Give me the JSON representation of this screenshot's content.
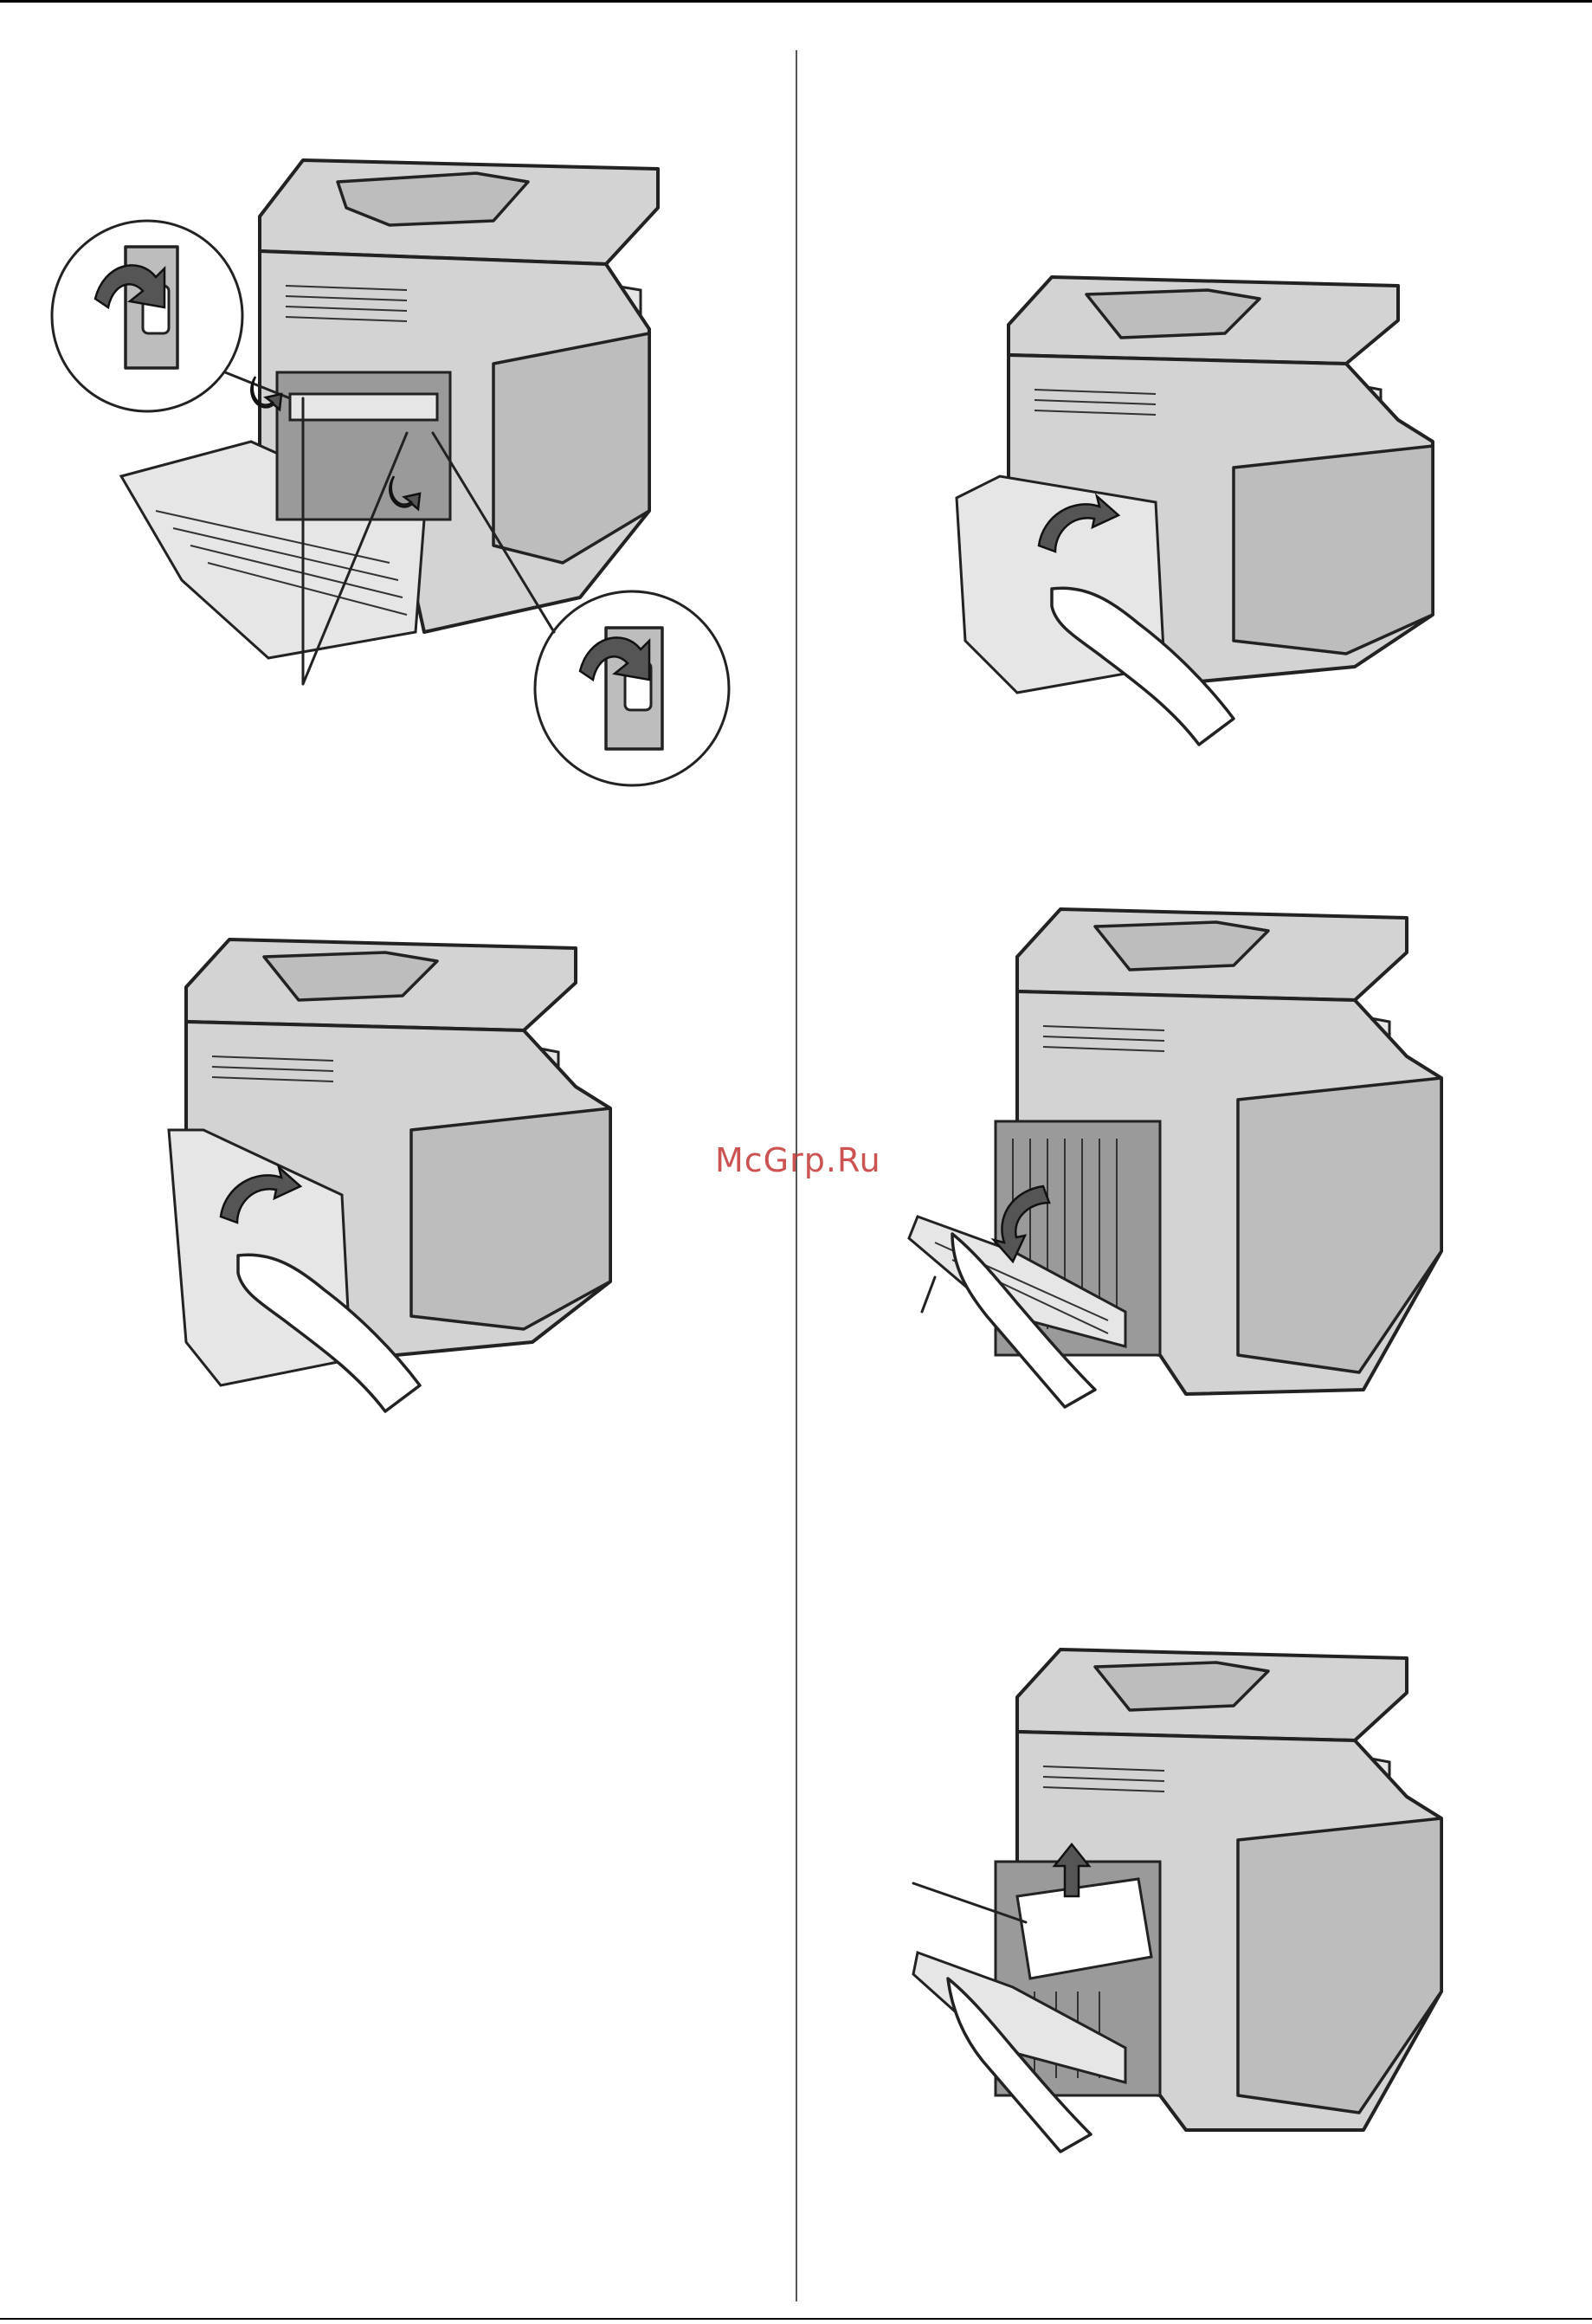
{
  "watermark": {
    "text": "McGrp.Ru"
  },
  "colors": {
    "body": "#d3d3d3",
    "line": "#222222",
    "watermark": "#c84040"
  },
  "figures": [
    {
      "id": "fig-levers",
      "icon": "printer-with-open-back-cover-and-lever-callouts"
    },
    {
      "id": "fig-close-cover-left",
      "icon": "hand-closing-side-cover"
    },
    {
      "id": "fig-close-cover-right",
      "icon": "hand-closing-side-cover"
    },
    {
      "id": "fig-open-cover",
      "icon": "hand-opening-back-cover"
    },
    {
      "id": "fig-remove-paper",
      "icon": "removing-jammed-paper"
    }
  ]
}
